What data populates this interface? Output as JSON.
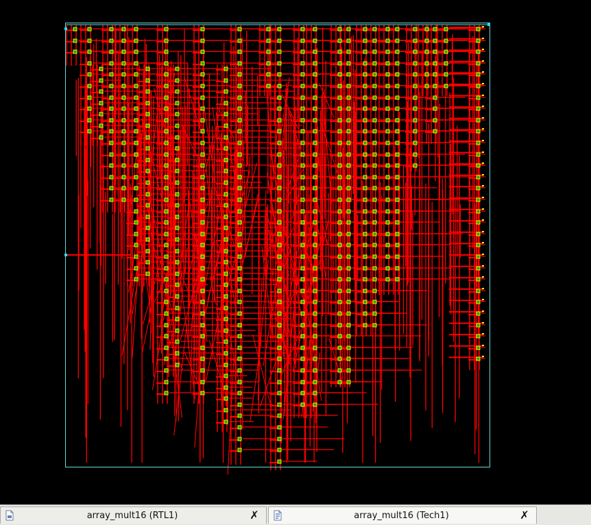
{
  "window": {
    "background": "#000000"
  },
  "schematic": {
    "view": "Tech1",
    "colors": {
      "wire": "#ff0000",
      "cell_outline": "#e6ff00",
      "cell_fill": "#3a9b00",
      "boundary": "#66dddd",
      "port": "#22ddee"
    }
  },
  "tabs": [
    {
      "label": "array_mult16 (RTL1)",
      "icon": "document-icon",
      "close": "✗",
      "active": false
    },
    {
      "label": "array_mult16 (Tech1)",
      "icon": "schematic-document-icon",
      "close": "✗",
      "active": true
    }
  ]
}
